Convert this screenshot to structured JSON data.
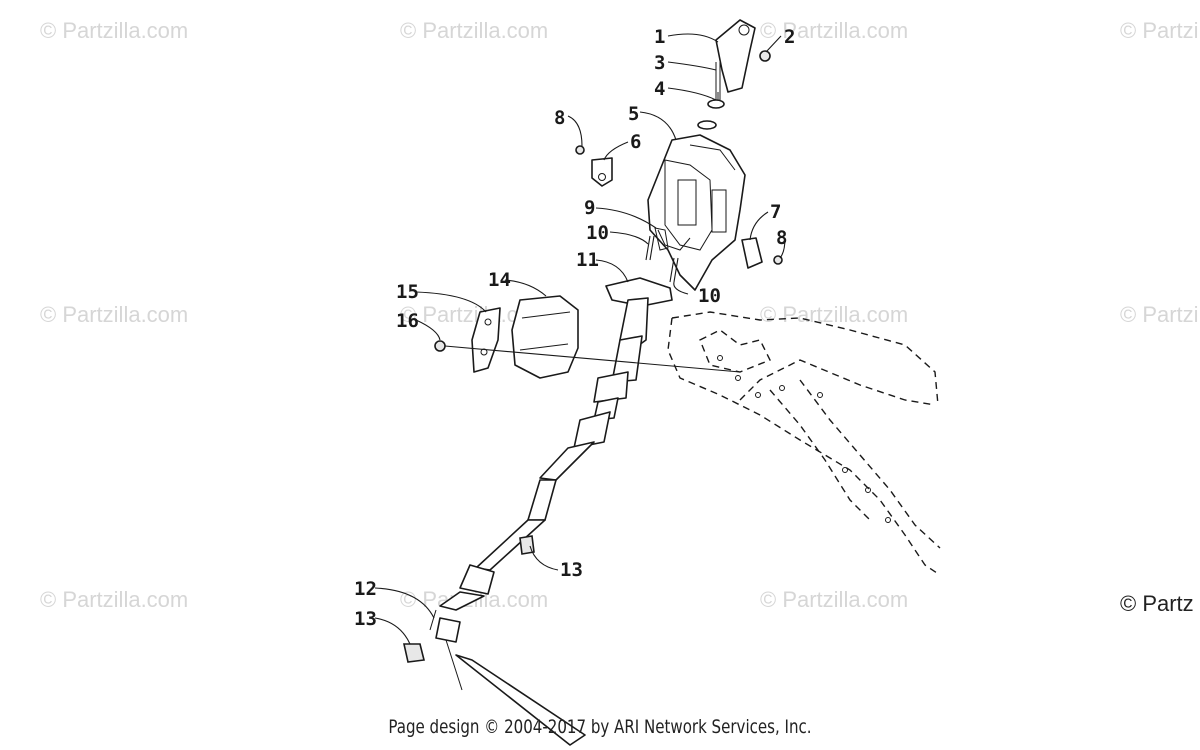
{
  "watermark": "© Partzilla.com",
  "watermark_cut": "© Partz",
  "footer": "Page design © 2004-2017 by ARI Network Services, Inc.",
  "callouts": {
    "c1": "1",
    "c2": "2",
    "c3": "3",
    "c4": "4",
    "c5": "5",
    "c6": "6",
    "c7": "7",
    "c8a": "8",
    "c8b": "8",
    "c9": "9",
    "c10a": "10",
    "c10b": "10",
    "c11": "11",
    "c12": "12",
    "c13a": "13",
    "c13b": "13",
    "c14": "14",
    "c15": "15",
    "c16": "16"
  }
}
